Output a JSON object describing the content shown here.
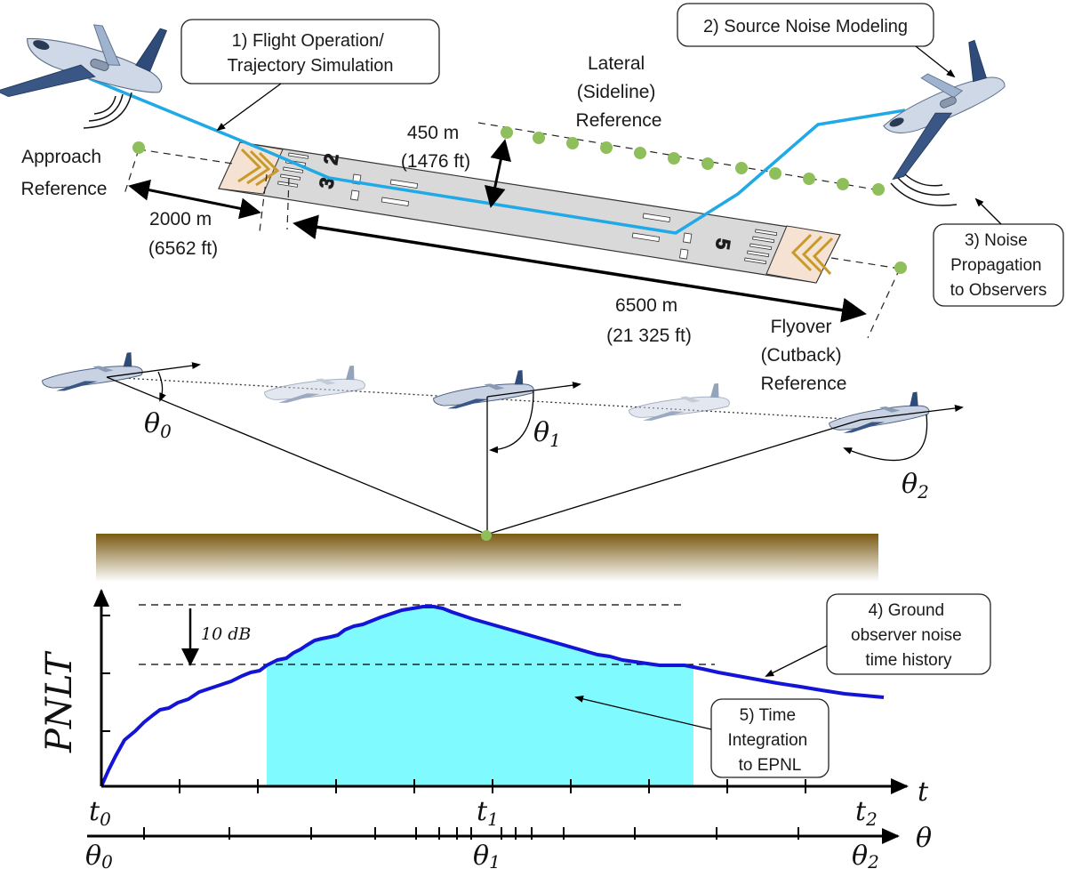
{
  "colors": {
    "trajectory": "#1fa9e6",
    "observer_dot": "#8fbf5a",
    "runway": "#d9d9d9",
    "chevron_pad": "#f6e2d3",
    "chevron_stripe": "#c79a2a",
    "ground_top": "#7a5a12",
    "ground_bottom": "#ffffff",
    "integration_fill": "#7ffaff",
    "pnlt_curve": "#1414d6"
  },
  "callouts": {
    "flight_op_line1": "1) Flight Operation/",
    "flight_op_line2": "Trajectory Simulation",
    "source_noise": "2) Source Noise Modeling",
    "propagation_line1": "3) Noise",
    "propagation_line2": "Propagation",
    "propagation_line3": "to Observers",
    "ground_history_line1": "4) Ground",
    "ground_history_line2": "observer noise",
    "ground_history_line3": "time history",
    "time_integration_line1": "5) Time",
    "time_integration_line2": "Integration",
    "time_integration_line3": "to EPNL"
  },
  "references": {
    "approach_line1": "Approach",
    "approach_line2": "Reference",
    "lateral_line1": "Lateral",
    "lateral_line2": "(Sideline)",
    "lateral_line3": "Reference",
    "flyover_line1": "Flyover",
    "flyover_line2": "(Cutback)",
    "flyover_line3": "Reference"
  },
  "distances": {
    "lateral_m": "450 m",
    "lateral_ft": "(1476 ft)",
    "approach_m": "2000 m",
    "approach_ft": "(6562 ft)",
    "flyover_m": "6500 m",
    "flyover_ft": "(21 325 ft)"
  },
  "runway_numbers": {
    "left_top": "2",
    "left_bottom": "3",
    "right": "5"
  },
  "angles": {
    "theta0": "θ",
    "theta0_sub": "0",
    "theta1": "θ",
    "theta1_sub": "1",
    "theta2": "θ",
    "theta2_sub": "2"
  },
  "plot": {
    "ylabel": "PNLT",
    "db_label": "10 dB",
    "t_axis": "t",
    "theta_axis": "θ",
    "t0": "t",
    "t0_sub": "0",
    "t1": "t",
    "t1_sub": "1",
    "t2": "t",
    "t2_sub": "2",
    "th0": "θ",
    "th0_sub": "0",
    "th1": "θ",
    "th1_sub": "1",
    "th2": "θ",
    "th2_sub": "2"
  }
}
